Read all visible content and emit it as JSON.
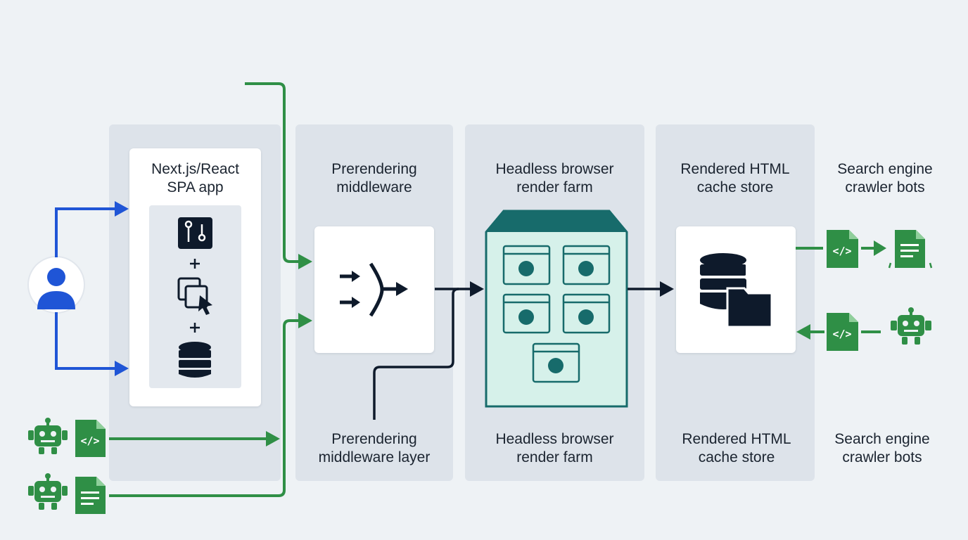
{
  "colors": {
    "blue": "#1f55d6",
    "green": "#2f8f46",
    "navy": "#0e1a2b",
    "teal": "#176b6b",
    "farm_fill": "#d6f1ea"
  },
  "spa_card": {
    "title_line1": "Next.js/React",
    "title_line2": "SPA app",
    "plus": "+"
  },
  "middleware": {
    "title_line1": "Prerendering",
    "title_line2": "middleware",
    "caption_line1": "Prerendering",
    "caption_line2": "middleware layer"
  },
  "render_farm": {
    "title_line1": "Headless browser",
    "title_line2": "render farm",
    "caption_line1": "Headless browser",
    "caption_line2": "render farm"
  },
  "cache": {
    "title_line1": "Rendered HTML",
    "title_line2": "cache store",
    "caption_line1": "Rendered HTML",
    "caption_line2": "cache store"
  },
  "crawlers": {
    "title_line1": "Search engine",
    "title_line2": "crawler bots",
    "caption_line1": "Search engine",
    "caption_line2": "crawler bots"
  },
  "icons": {
    "user": "user-avatar-icon",
    "git": "git-branch-icon",
    "click": "cursor-windows-icon",
    "database": "database-icon",
    "merge": "merge-arrows-icon",
    "browser": "browser-window-icon",
    "folder": "folder-icon",
    "code_file": "code-file-icon",
    "text_file": "text-document-icon",
    "robot": "robot-icon"
  }
}
